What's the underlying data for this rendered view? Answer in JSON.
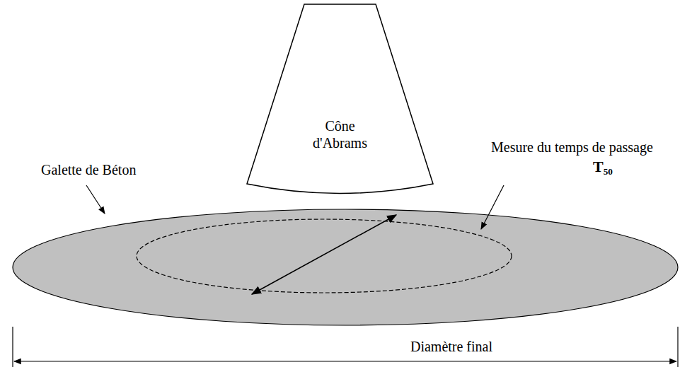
{
  "diagram": {
    "nodes": [
      {
        "text": [
          "Cône d'Abrams"
        ]
      }
    ],
    "labels": [
      "Galette de Béton",
      "Mesure du temps de passage",
      "T₅₀",
      "Diamètre final"
    ]
  }
}
